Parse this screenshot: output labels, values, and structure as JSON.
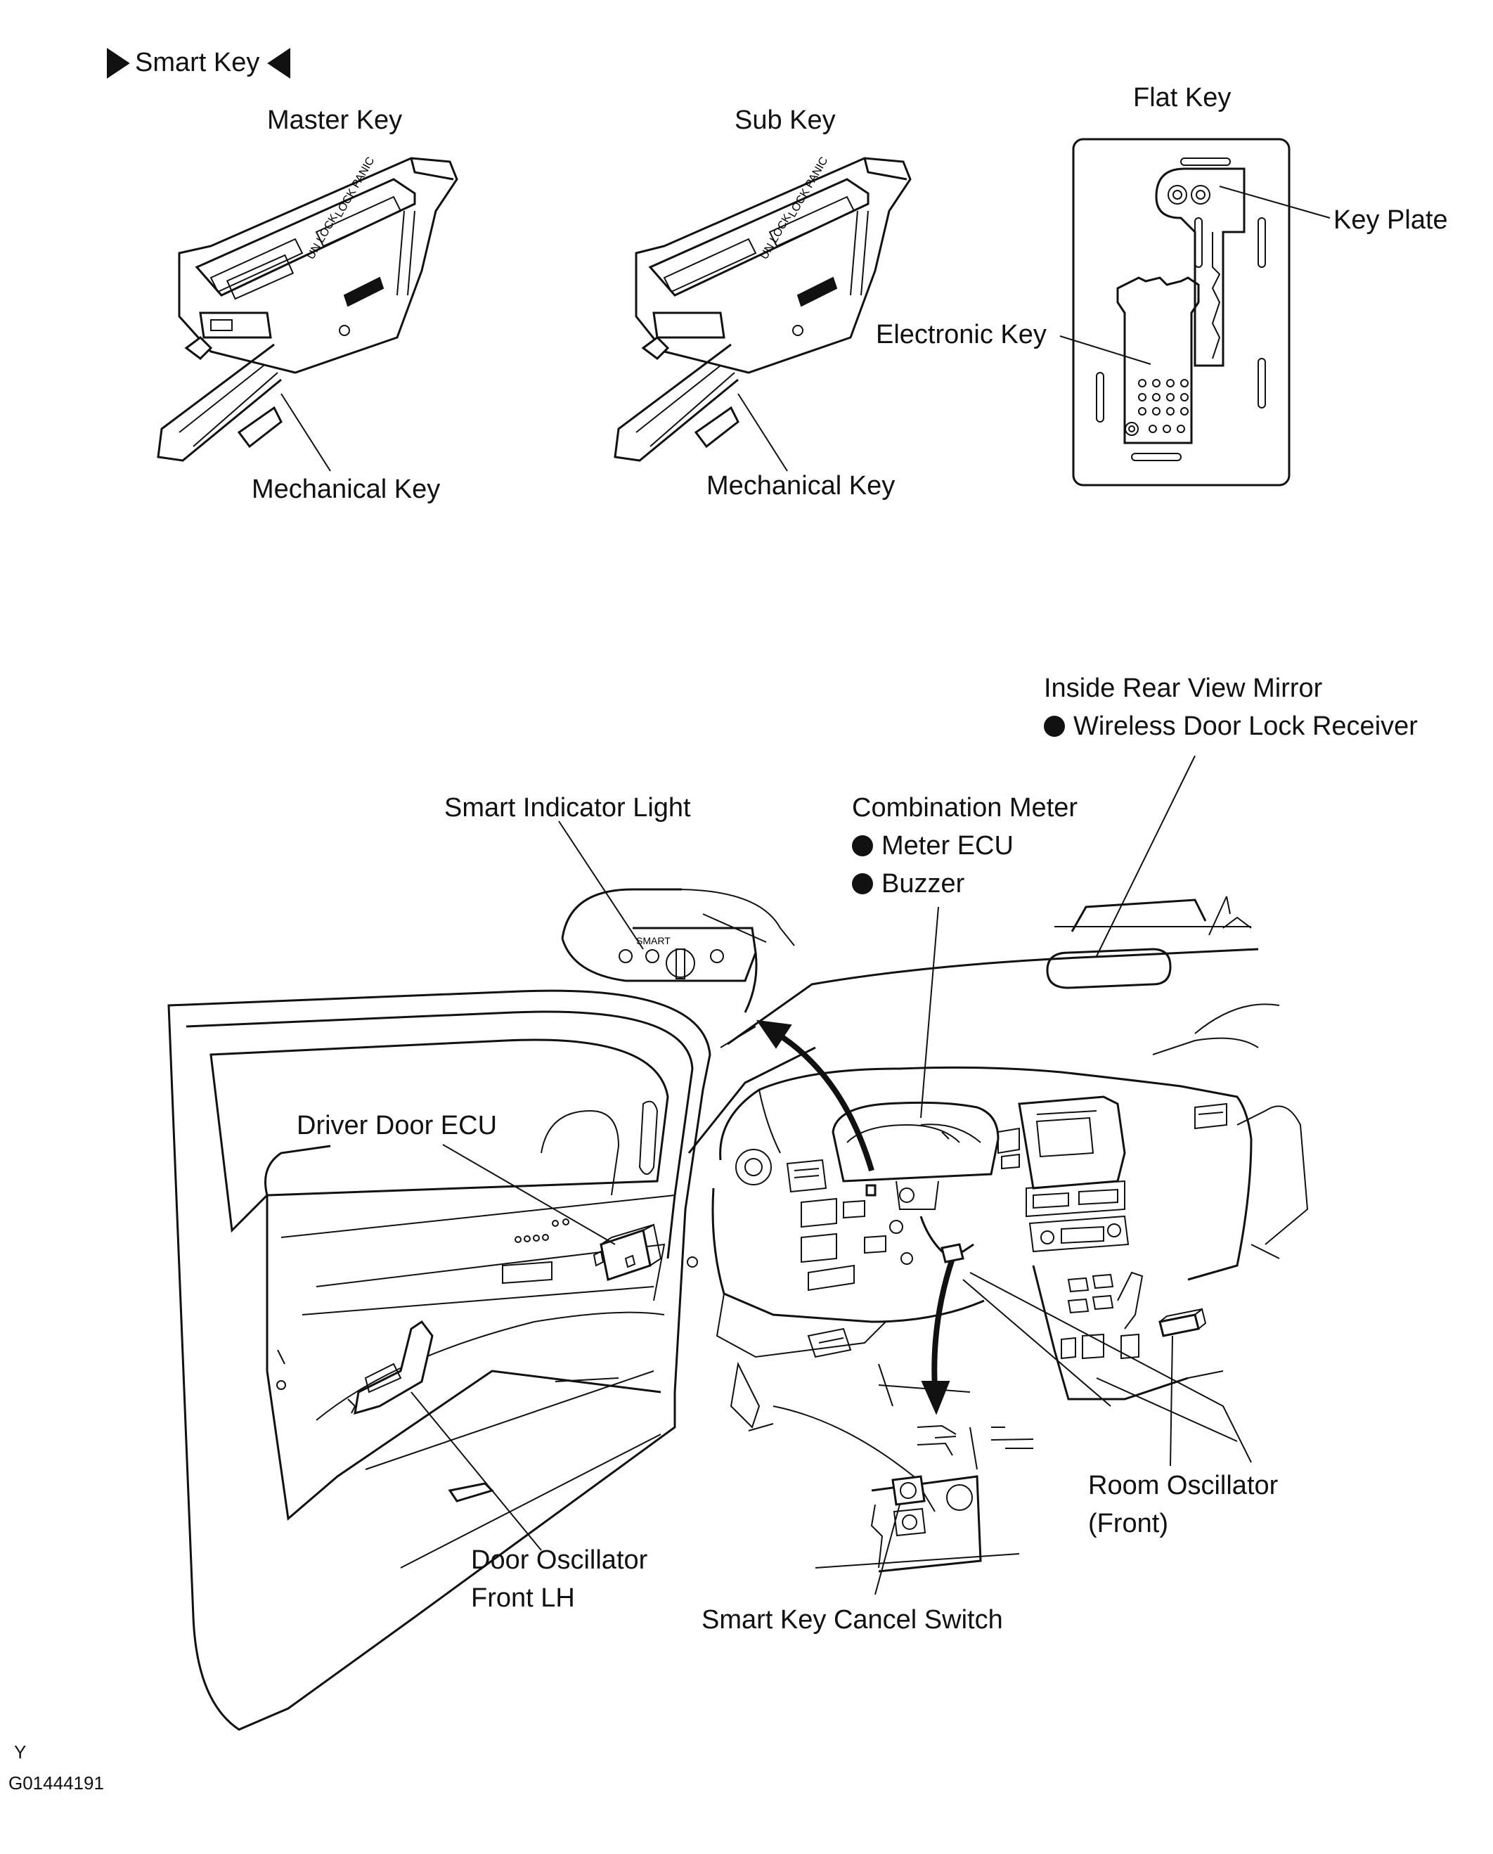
{
  "header": {
    "title": "Smart Key"
  },
  "keys": {
    "master_key": "Master Key",
    "sub_key": "Sub Key",
    "flat_key": "Flat Key",
    "mechanical_key_1": "Mechanical Key",
    "mechanical_key_2": "Mechanical Key",
    "key_plate": "Key Plate",
    "electronic_key": "Electronic Key",
    "fob_buttons": {
      "lock_panic": "LOCK PANIC",
      "unlock": "UN LOCK"
    }
  },
  "vehicle": {
    "inside_mirror": "Inside Rear View Mirror",
    "wireless_receiver": "Wireless Door Lock Receiver",
    "smart_indicator": "Smart Indicator Light",
    "indicator_text": "SMART",
    "combination_meter": "Combination Meter",
    "meter_ecu": "Meter ECU",
    "buzzer": "Buzzer",
    "driver_door_ecu": "Driver Door ECU",
    "door_oscillator_line1": "Door Oscillator",
    "door_oscillator_line2": "Front LH",
    "cancel_switch": "Smart Key Cancel Switch",
    "room_osc_line1": "Room Oscillator",
    "room_osc_line2": "(Front)"
  },
  "footer": {
    "letter": "Y",
    "code": "G01444191"
  }
}
